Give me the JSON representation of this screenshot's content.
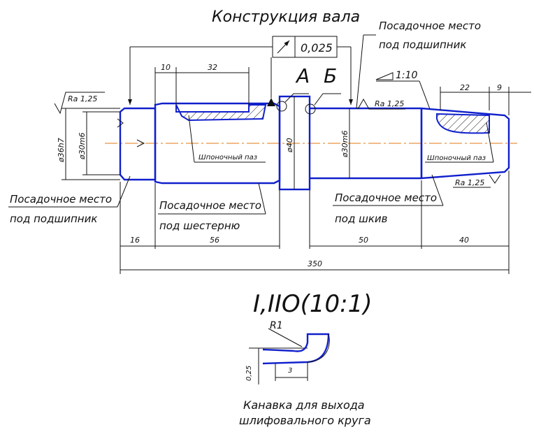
{
  "title": "Конструкция вала",
  "tolerance_frame": {
    "value": "0,025",
    "datum_a": "А",
    "datum_b": "Б"
  },
  "callouts": {
    "bearing_right_l1": "Посадочное место",
    "bearing_right_l2": "под подшипник",
    "bearing_left_l1": "Посадочное место",
    "bearing_left_l2": "под подшипник",
    "gear_l1": "Посадочное место",
    "gear_l2": "под шестерню",
    "pulley_l1": "Посадочное место",
    "pulley_l2": "под шкив",
    "keyway_1": "Шпоночный паз",
    "keyway_2": "Шпоночный паз",
    "taper": "1:10"
  },
  "roughness": {
    "left": "Ra 1,25",
    "middle": "Ra 1,25",
    "right": "Ra 1,25"
  },
  "diameters": {
    "d36": "ø36h7",
    "d30_left": "ø30m6",
    "d40": "ø40",
    "d30_right": "ø30m6"
  },
  "dimensions": {
    "key1_offset": "10",
    "key1_length": "32",
    "key2_length": "22",
    "key2_offset": "9",
    "seg1": "16",
    "seg2": "56",
    "seg3": "50",
    "seg4": "40",
    "total": "350"
  },
  "detail": {
    "caption": "I,IIО(10:1)",
    "radius": "R1",
    "depth": "0,25",
    "width": "3",
    "name_l1": "Канавка для выхода",
    "name_l2": "шлифовального круга"
  },
  "colors": {
    "contour": "#1020cc",
    "axis": "#e07a10",
    "lines": "#111111"
  }
}
